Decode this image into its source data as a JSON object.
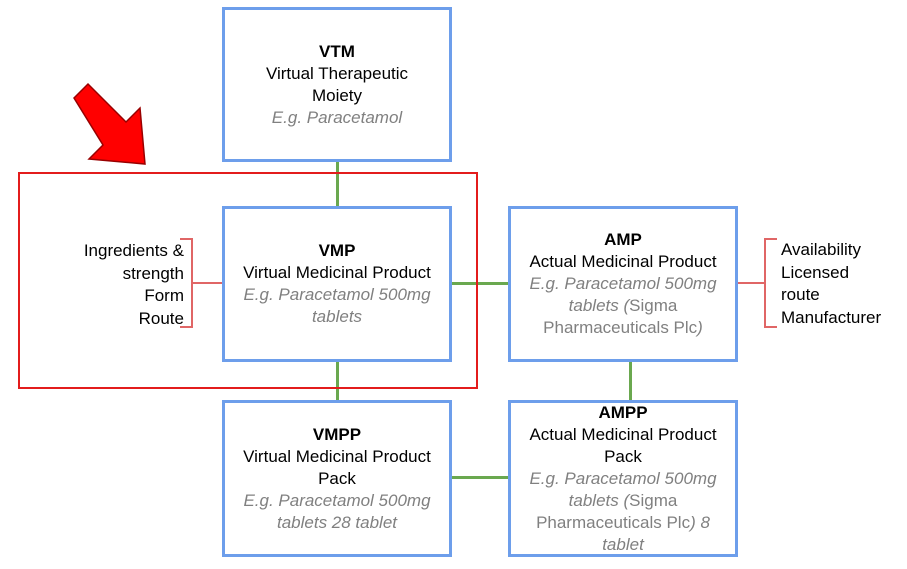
{
  "boxes": {
    "vtm": {
      "abbr": "VTM",
      "lines": [
        "Virtual Therapeutic",
        "Moiety"
      ],
      "example": "E.g. Paracetamol"
    },
    "vmp": {
      "abbr": "VMP",
      "lines": [
        "Virtual Medicinal Product"
      ],
      "example_lines": [
        "E.g. Paracetamol 500mg",
        "tablets"
      ]
    },
    "amp": {
      "abbr": "AMP",
      "lines": [
        "Actual Medicinal Product"
      ],
      "example_1": "E.g. Paracetamol 500mg",
      "example_2a": "tablets (",
      "example_2b": "Sigma",
      "example_3a": "Pharmaceuticals Plc",
      "example_3b": ")"
    },
    "vmpp": {
      "abbr": "VMPP",
      "lines": [
        "Virtual Medicinal Product",
        "Pack"
      ],
      "example_lines": [
        "E.g. Paracetamol 500mg",
        "tablets 28 tablet"
      ]
    },
    "ampp": {
      "abbr": "AMPP",
      "lines": [
        "Actual Medicinal Product",
        "Pack"
      ],
      "example_1": "E.g. Paracetamol 500mg",
      "example_2a": "tablets (",
      "example_2b": "Sigma",
      "example_3a": "Pharmaceuticals Plc",
      "example_3b": ") 8",
      "example_4": "tablet"
    }
  },
  "vmp_attributes": [
    "Ingredients &",
    "strength",
    "Form",
    "Route"
  ],
  "amp_attributes": [
    "Availability",
    "Licensed",
    "route",
    "Manufacturer"
  ],
  "colors": {
    "box_border": "#6d9eeb",
    "connector": "#6aa84f",
    "highlight": "#e31c1c",
    "bracket": "#e06666",
    "arrow": "#ff0000",
    "example_text": "#808080"
  },
  "icons": {
    "pointer": "red-arrow-icon"
  }
}
